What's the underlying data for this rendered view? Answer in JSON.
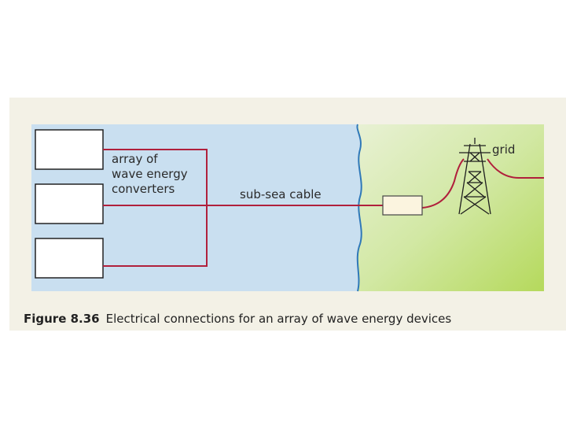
{
  "diagram": {
    "converters_label_lines": [
      "array of",
      "wave energy",
      "converters"
    ],
    "cable_label": "sub-sea cable",
    "grid_label": "grid",
    "colors": {
      "sea": "#c9dff0",
      "land": "#c3e07a",
      "cable": "#b0203c",
      "coast": "#2f78b8"
    }
  },
  "caption": {
    "figure_number": "Figure 8.36",
    "text": "Electrical connections for an array of wave energy devices"
  }
}
